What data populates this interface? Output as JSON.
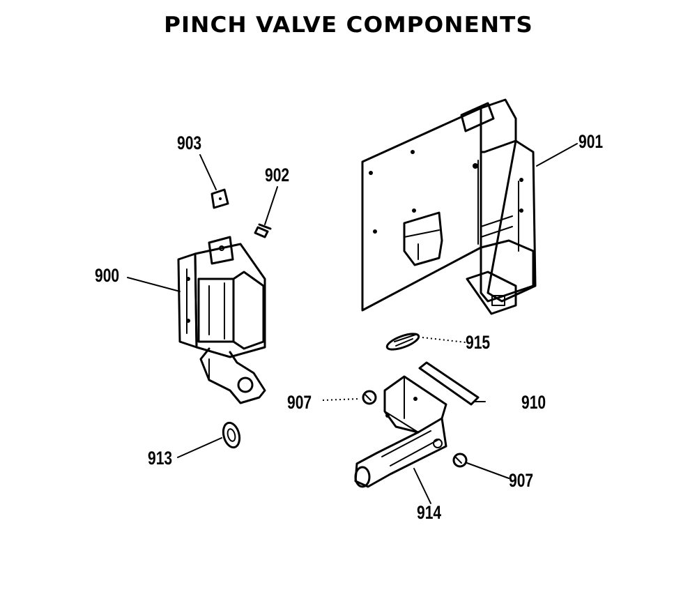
{
  "title": "PINCH VALVE COMPONENTS",
  "callouts": [
    {
      "id": "903",
      "label": "903"
    },
    {
      "id": "902",
      "label": "902"
    },
    {
      "id": "901",
      "label": "901"
    },
    {
      "id": "900",
      "label": "900"
    },
    {
      "id": "915",
      "label": "915"
    },
    {
      "id": "907a",
      "label": "907"
    },
    {
      "id": "910",
      "label": "910"
    },
    {
      "id": "913",
      "label": "913"
    },
    {
      "id": "907b",
      "label": "907"
    },
    {
      "id": "914",
      "label": "914"
    }
  ]
}
